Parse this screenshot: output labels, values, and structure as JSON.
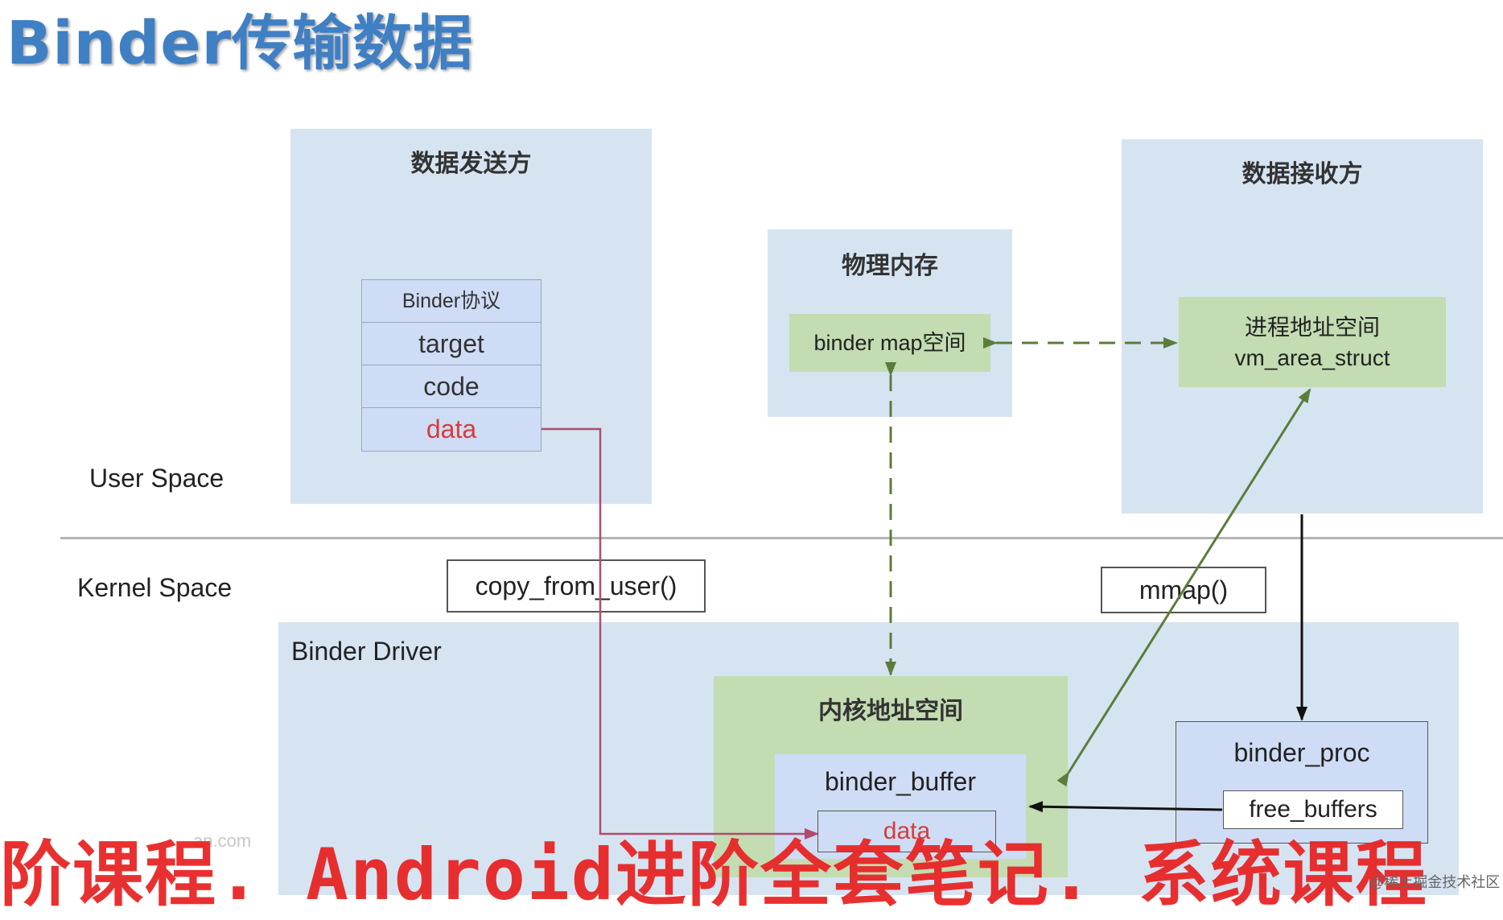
{
  "title": "Binder传输数据",
  "user_space_label": "User Space",
  "kernel_space_label": "Kernel Space",
  "sender": {
    "title": "数据发送方",
    "protocol_rows": [
      "Binder协议",
      "target",
      "code",
      "data"
    ]
  },
  "physical_memory": {
    "title": "物理内存",
    "map_label": "binder map空间"
  },
  "receiver": {
    "title": "数据接收方",
    "vm_line1": "进程地址空间",
    "vm_line2": "vm_area_struct"
  },
  "functions": {
    "copy": "copy_from_user()",
    "mmap": "mmap()"
  },
  "driver": {
    "title": "Binder Driver",
    "kernel_space_title": "内核地址空间",
    "buffer_label": "binder_buffer",
    "buffer_data": "data",
    "proc_label": "binder_proc",
    "free_buffers": "free_buffers"
  },
  "watermark": "阶课程. Android进阶全套笔记. 系统课程",
  "watermark_faint": "an.com",
  "site_mark": "@稀土掘金技术社区",
  "colors": {
    "title": "#3f7fc4",
    "panel": "#d6e4f2",
    "green_box": "#c3dcb2",
    "protocol_cell": "#cfdcf5",
    "data_text": "#d83b3b",
    "copy_arrow": "#b24a6e",
    "dashed_arrow": "#5b7d3a",
    "watermark": "#e82525"
  }
}
